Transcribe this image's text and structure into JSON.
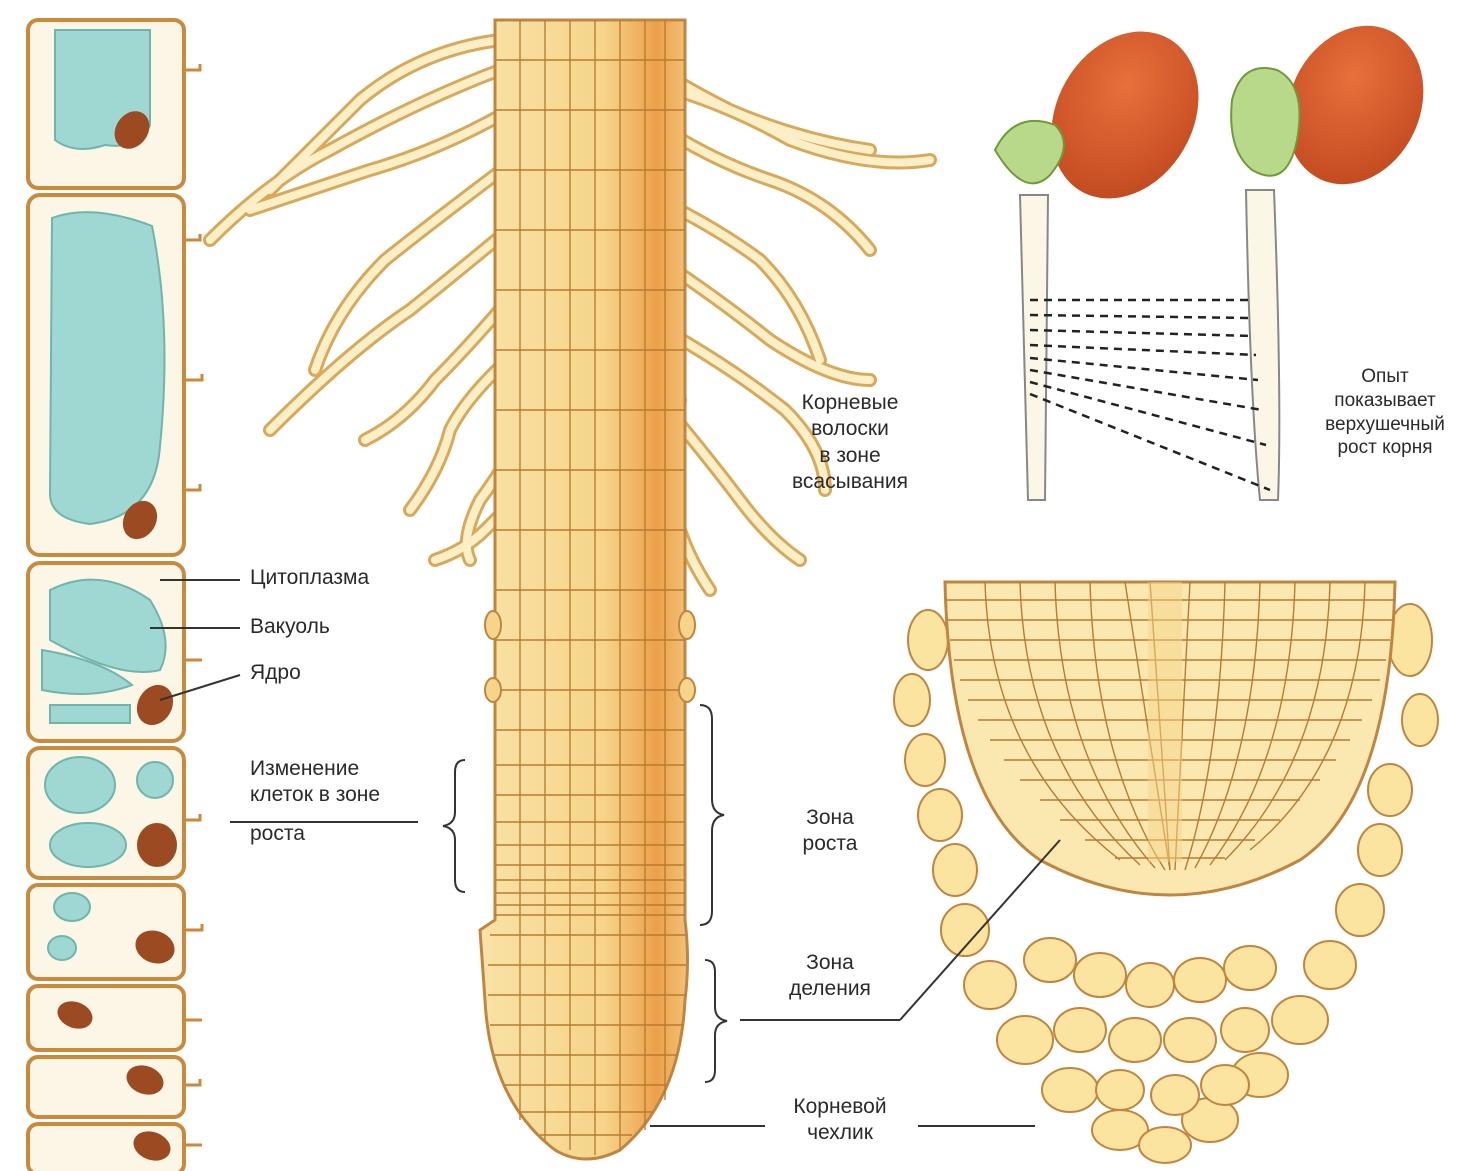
{
  "labels": {
    "cytoplasm": "Цитоплазма",
    "vacuole": "Вакуоль",
    "nucleus": "Ядро",
    "change_line1": "Изменение",
    "change_line2": "клеток в зоне",
    "change_line3": "роста",
    "root_hairs_line1": "Корневые",
    "root_hairs_line2": "волоски",
    "root_hairs_line3": "в зоне",
    "root_hairs_line4": "всасывания",
    "experiment_line1": "Опыт",
    "experiment_line2": "показывает",
    "experiment_line3": "верхушечный",
    "experiment_line4": "рост корня",
    "growth_zone_line1": "Зона",
    "growth_zone_line2": "роста",
    "division_zone_line1": "Зона",
    "division_zone_line2": "деления",
    "root_cap_line1": "Корневой",
    "root_cap_line2": "чехлик"
  },
  "colors": {
    "cell_wall": "#c98a3c",
    "cell_fill": "#fbf6e6",
    "vacuole": "#9fd8d2",
    "nucleus": "#9b4a22",
    "root_fill": "#f7d98f",
    "root_stele": "#e9a24a",
    "root_line": "#b87b30",
    "seed": "#d4552a",
    "sprout": "#b9d98a",
    "line": "#333333"
  }
}
